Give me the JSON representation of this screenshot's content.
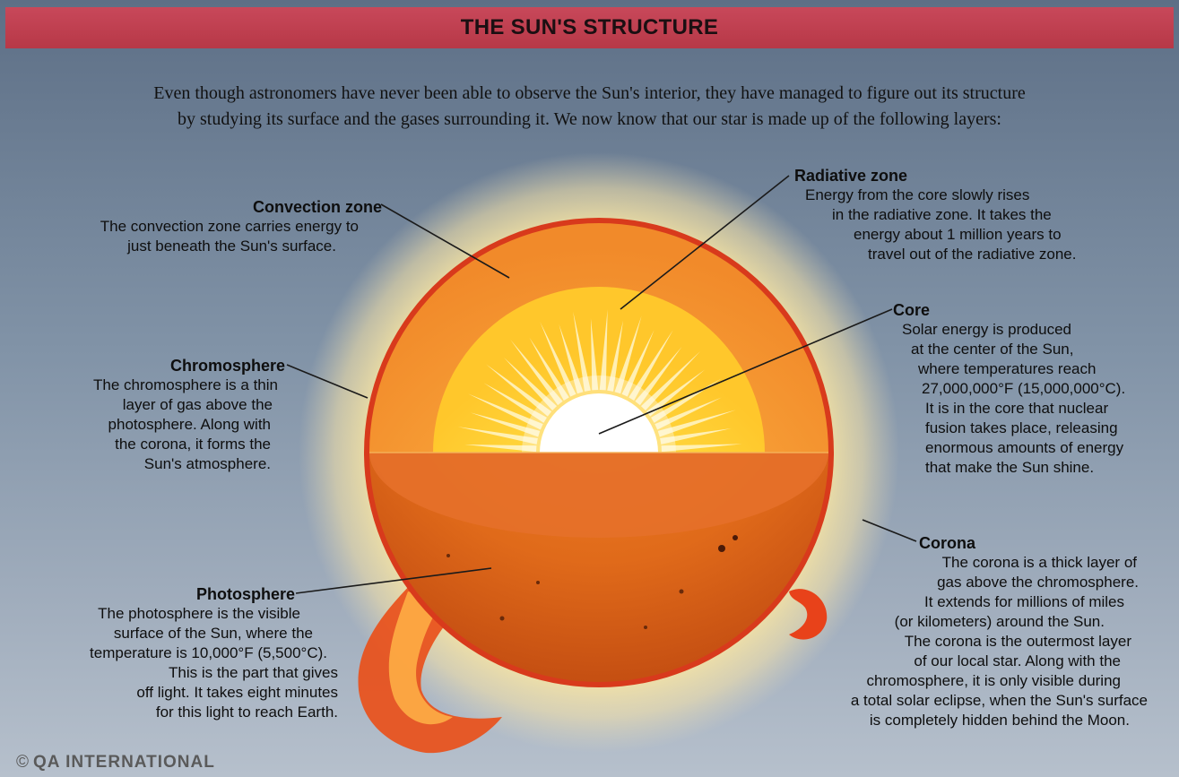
{
  "title": "THE SUN'S STRUCTURE",
  "intro": [
    "Even though astronomers have never been able to observe the Sun's interior, they have managed to figure out its structure",
    "by studying its surface and the gases surrounding it. We now know that our star is made up of the following layers:"
  ],
  "layers": {
    "convection": {
      "name": "Convection zone",
      "text": [
        "The convection zone carries energy to",
        "just beneath the Sun's surface."
      ]
    },
    "radiative": {
      "name": "Radiative zone",
      "text": [
        "Energy from the core slowly rises",
        "in the radiative zone. It takes the",
        "energy about 1 million years to",
        "travel out of the radiative zone."
      ]
    },
    "core": {
      "name": "Core",
      "text": [
        "Solar energy is produced",
        "at the center of the Sun,",
        "where temperatures reach",
        "27,000,000°F (15,000,000°C).",
        "It is in the core that nuclear",
        "fusion takes place, releasing",
        "enormous amounts of energy",
        "that make the Sun shine."
      ]
    },
    "chromosphere": {
      "name": "Chromosphere",
      "text": [
        "The chromosphere is a thin",
        "layer of gas above the",
        "photosphere. Along with",
        "the corona, it forms the",
        "Sun's atmosphere."
      ]
    },
    "photosphere": {
      "name": "Photosphere",
      "text": [
        "The photosphere is the visible",
        "surface of the Sun, where the",
        "temperature is 10,000°F (5,500°C).",
        "This is the part that gives",
        "off light. It takes eight minutes",
        "for this light to reach Earth."
      ]
    },
    "corona": {
      "name": "Corona",
      "text": [
        "The corona is a thick layer of",
        "gas above the chromosphere.",
        "It extends for millions of miles",
        "(or kilometers) around the Sun.",
        "The corona is the outermost layer",
        "of our local star. Along with the",
        "chromosphere, it is only visible during",
        "a total solar eclipse, when the Sun's surface",
        "is completely hidden behind the Moon."
      ]
    }
  },
  "credit": {
    "symbol": "©",
    "text": "QA INTERNATIONAL"
  },
  "colors": {
    "title_bar": "#c0404f",
    "corona_glow": "#fff2b8",
    "convection": "#f7a434",
    "radiative": "#ffd23a",
    "core": "#ffffff",
    "photosphere": "#e8761e",
    "chromosphere": "#d83a1c"
  }
}
